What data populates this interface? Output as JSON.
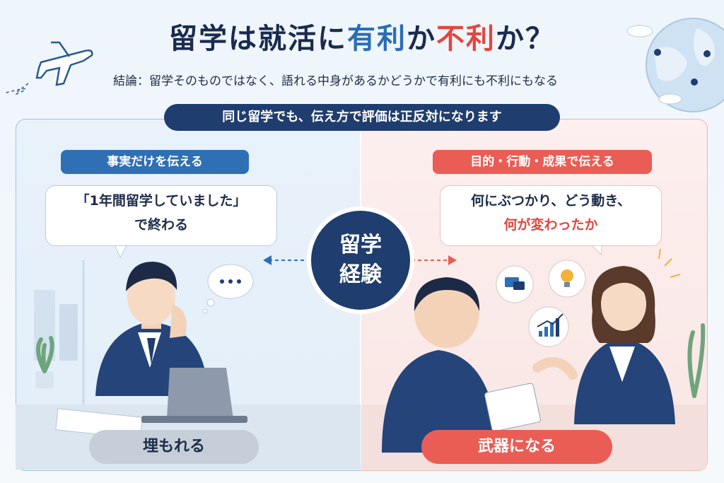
{
  "header": {
    "title_part1": "留学は就活に",
    "title_part2": "有利",
    "title_part3": "か",
    "title_part4": "不利",
    "title_part5": "か？",
    "subtitle": "結論：留学そのものではなく、語れる中身があるかどうかで有利にも不利にもなる"
  },
  "banner": "同じ留学でも、伝え方で評価は正反対になります",
  "left": {
    "tag": "事実だけを伝える",
    "bubble_line1": "「1年間留学していました」",
    "bubble_line2": "で終わる",
    "result": "埋もれる"
  },
  "right": {
    "tag": "目的・行動・成果で伝える",
    "bubble_line1": "何にぶつかり、どう動き、",
    "bubble_line2": "何が変わったか",
    "result": "武器になる"
  },
  "center": {
    "line1": "留学",
    "line2": "経験"
  },
  "colors": {
    "navy": "#1f3d6e",
    "blue": "#2f6fb3",
    "red": "#ea5d55",
    "gray": "#c6cfd9"
  },
  "icons": [
    "airplane-icon",
    "globe-icon",
    "cloud-icon",
    "thinking-bubble-icon",
    "chat-icon",
    "lightbulb-icon",
    "growth-chart-icon",
    "laptop-icon",
    "clipboard-icon"
  ]
}
